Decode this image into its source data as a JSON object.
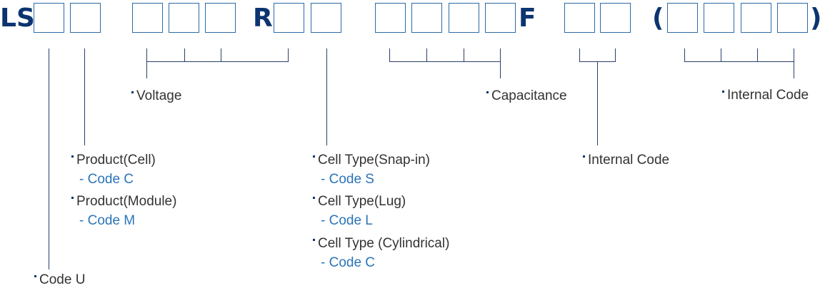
{
  "colors": {
    "box_border": "#2b6aa8",
    "line": "#2b3f6a",
    "letter": "#0b3470",
    "sub_text": "#2b74b8",
    "text": "#333333"
  },
  "letters": {
    "prefix": "LS",
    "r": "R",
    "f": "F",
    "open_paren": "(",
    "close_paren": ")"
  },
  "labels": {
    "code_u": "Code U",
    "product_cell": "Product(Cell)",
    "code_c1": "- Code C",
    "product_module": "Product(Module)",
    "code_m": "- Code M",
    "voltage": "Voltage",
    "cell_snapin": "Cell Type(Snap-in)",
    "code_s": "- Code S",
    "cell_lug": "Cell Type(Lug)",
    "code_l": "- Code L",
    "cell_cyl": "Cell Type (Cylindrical)",
    "code_c2": "- Code C",
    "capacitance": "Capacitance",
    "internal_code_1": "Internal Code",
    "internal_code_2": "Internal Code"
  }
}
